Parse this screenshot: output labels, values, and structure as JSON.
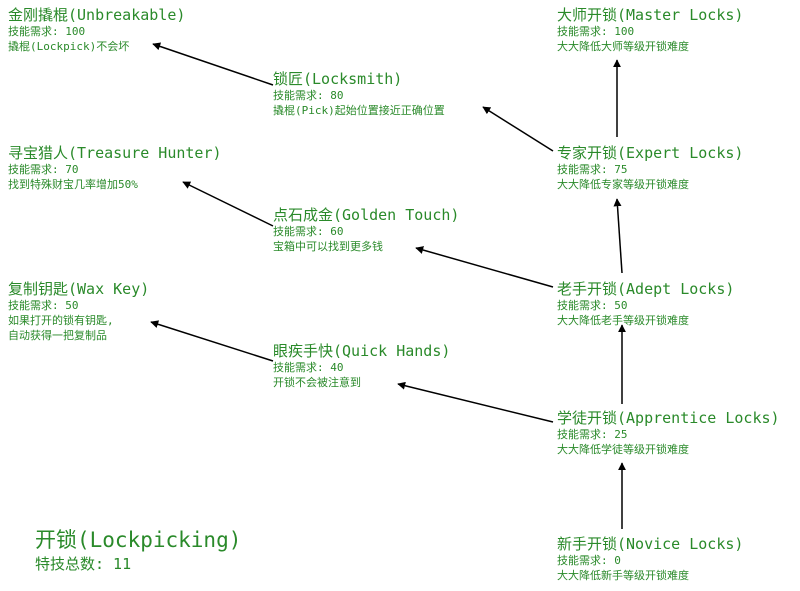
{
  "tree": {
    "title": "开锁(Lockpicking)",
    "perk_count": "特技总数: 11"
  },
  "perks": {
    "unbreakable": {
      "title": "金刚撬棍(Unbreakable)",
      "req": "技能需求: 100",
      "desc": [
        "撬棍(Lockpick)不会坏"
      ]
    },
    "locksmith": {
      "title": "锁匠(Locksmith)",
      "req": "技能需求: 80",
      "desc": [
        "撬棍(Pick)起始位置接近正确位置"
      ]
    },
    "treasure_hunter": {
      "title": "寻宝猎人(Treasure Hunter)",
      "req": "技能需求: 70",
      "desc": [
        "找到特殊财宝几率增加50%"
      ]
    },
    "golden_touch": {
      "title": "点石成金(Golden Touch)",
      "req": "技能需求: 60",
      "desc": [
        "宝箱中可以找到更多钱"
      ]
    },
    "wax_key": {
      "title": "复制钥匙(Wax Key)",
      "req": "技能需求: 50",
      "desc": [
        "如果打开的锁有钥匙,",
        "自动获得一把复制品"
      ]
    },
    "quick_hands": {
      "title": "眼疾手快(Quick Hands)",
      "req": "技能需求: 40",
      "desc": [
        "开锁不会被注意到"
      ]
    },
    "master_locks": {
      "title": "大师开锁(Master Locks)",
      "req": "技能需求: 100",
      "desc": [
        "大大降低大师等级开锁难度"
      ]
    },
    "expert_locks": {
      "title": "专家开锁(Expert Locks)",
      "req": "技能需求: 75",
      "desc": [
        "大大降低专家等级开锁难度"
      ]
    },
    "adept_locks": {
      "title": "老手开锁(Adept Locks)",
      "req": "技能需求: 50",
      "desc": [
        "大大降低老手等级开锁难度"
      ]
    },
    "apprentice_locks": {
      "title": "学徒开锁(Apprentice Locks)",
      "req": "技能需求: 25",
      "desc": [
        "大大降低学徒等级开锁难度"
      ]
    },
    "novice_locks": {
      "title": "新手开锁(Novice Locks)",
      "req": "技能需求: 0",
      "desc": [
        "大大降低新手等级开锁难度"
      ]
    }
  },
  "edges": [
    [
      "novice_locks",
      "apprentice_locks"
    ],
    [
      "apprentice_locks",
      "adept_locks"
    ],
    [
      "adept_locks",
      "expert_locks"
    ],
    [
      "expert_locks",
      "master_locks"
    ],
    [
      "apprentice_locks",
      "quick_hands"
    ],
    [
      "quick_hands",
      "wax_key"
    ],
    [
      "adept_locks",
      "golden_touch"
    ],
    [
      "golden_touch",
      "treasure_hunter"
    ],
    [
      "expert_locks",
      "locksmith"
    ],
    [
      "locksmith",
      "unbreakable"
    ]
  ],
  "colors": {
    "text": "#2a8a2a",
    "arrow": "#000000"
  }
}
